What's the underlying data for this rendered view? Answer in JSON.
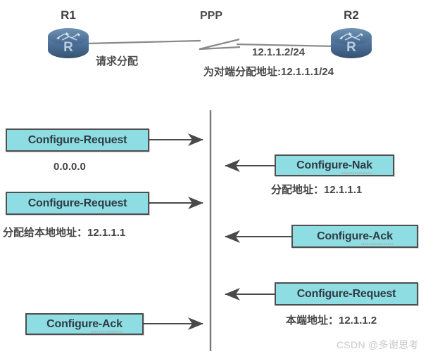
{
  "topology": {
    "left_router_label": "R1",
    "right_router_label": "R2",
    "link_protocol_label": "PPP",
    "left_caption": "请求分配",
    "right_ip_line1": "12.1.1.2/24",
    "right_ip_line2": "为对端分配地址:12.1.1.1/24",
    "router_glyph": "R"
  },
  "exchange": {
    "left_messages": [
      {
        "label": "Configure-Request",
        "caption": "0.0.0.0",
        "spellcheck": false
      },
      {
        "label": "Configure-Request",
        "caption": "分配给本地地址：12.1.1.1",
        "spellcheck": false
      },
      {
        "label": "Configure-Ack",
        "caption": "",
        "spellcheck": true
      }
    ],
    "right_messages": [
      {
        "label": "Configure-Nak",
        "caption": "分配地址：12.1.1.1",
        "spellcheck": true
      },
      {
        "label": "Configure-Ack",
        "caption": "",
        "spellcheck": true
      },
      {
        "label": "Configure-Request",
        "caption": "本端地址：12.1.1.2",
        "spellcheck": false
      }
    ]
  },
  "watermark": {
    "text": "CSDN @多谢思考"
  },
  "colors": {
    "box_fill": "#8edde2",
    "box_border": "#4f4f4f",
    "arrow": "#4a4a4a",
    "divider": "#7a7a7a",
    "router_blue": "#4a6f96",
    "text": "#3a3a3a",
    "watermark": "#c9c9c9",
    "spell_red": "#e8443a"
  }
}
